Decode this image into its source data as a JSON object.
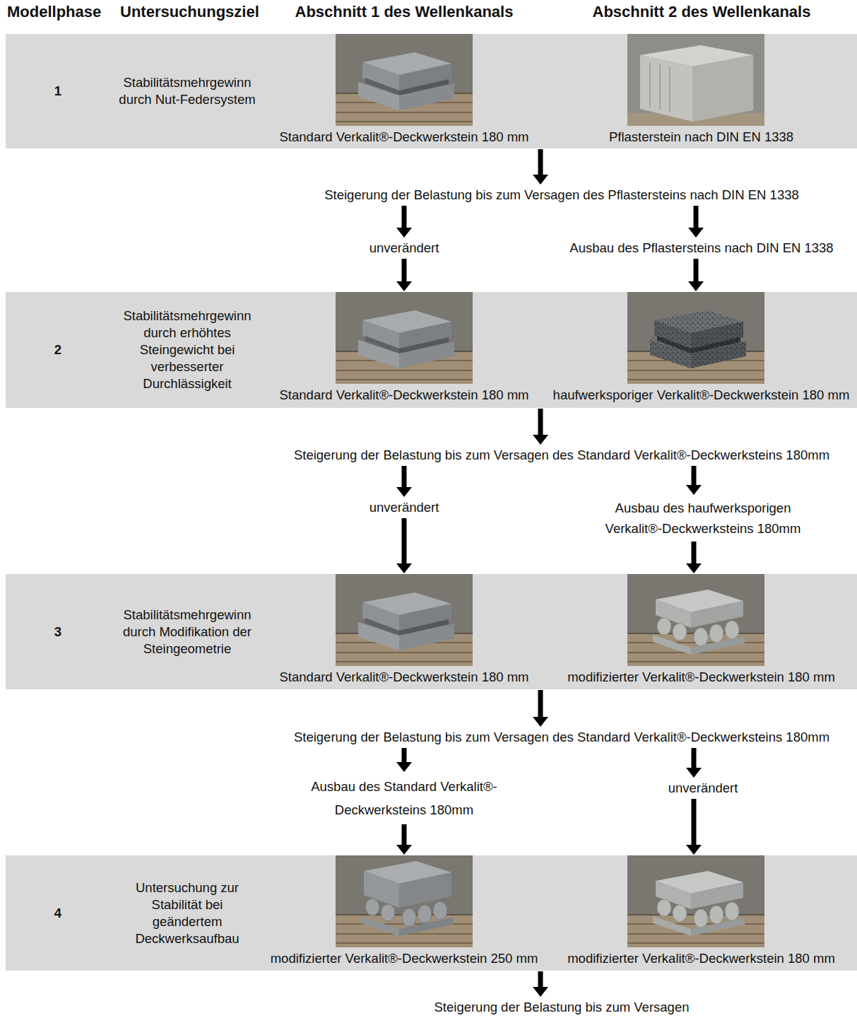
{
  "diagram": {
    "nodes": [
      {
        "text": [
          "1",
          "Stabilitätsmehrgewinn durch Nut-Federsystem"
        ]
      },
      {
        "text": [
          "Standard Verkalit®-Deckwerkstein 180 mm"
        ],
        "in": 0
      },
      {
        "text": [
          "Pflasterstein nach DIN EN 1338"
        ],
        "in": 0
      },
      {
        "text": [
          "Steigerung der Belastung bis zum Versagen des Pflastersteins nach DIN EN 1338"
        ]
      },
      {
        "text": [
          "unverändert"
        ]
      },
      {
        "text": [
          "Ausbau des Pflastersteins nach DIN EN 1338"
        ]
      },
      {
        "text": [
          "2",
          "Stabilitätsmehrgewinn durch erhöhtes Steingewicht bei verbesserter Durchlässigkeit"
        ]
      },
      {
        "text": [
          "Standard Verkalit®-Deckwerkstein 180 mm"
        ],
        "in": 6
      },
      {
        "text": [
          "haufwerksporiger Verkalit®-Deckwerkstein 180 mm"
        ],
        "in": 6
      },
      {
        "text": [
          "Steigerung der Belastung bis zum Versagen des Standard Verkalit®-Deckwerksteins 180mm"
        ]
      },
      {
        "text": [
          "unverändert"
        ]
      },
      {
        "text": [
          "Ausbau des haufwerksporigen Verkalit®-Deckwerksteins 180mm"
        ]
      },
      {
        "text": [
          "3",
          "Stabilitätsmehrgewinn durch Modifikation der Steingeometrie"
        ]
      },
      {
        "text": [
          "Standard Verkalit®-Deckwerkstein 180 mm"
        ],
        "in": 12
      },
      {
        "text": [
          "modifizierter Verkalit®-Deckwerkstein 180 mm"
        ],
        "in": 12
      },
      {
        "text": [
          "Steigerung der Belastung bis zum Versagen des Standard Verkalit®-Deckwerksteins 180mm"
        ]
      },
      {
        "text": [
          "Ausbau des Standard Verkalit®-Deckwerksteins 180mm"
        ]
      },
      {
        "text": [
          "unverändert"
        ]
      },
      {
        "text": [
          "4",
          "Untersuchung zur Stabilität bei geändertem Deckwerksaufbau"
        ]
      },
      {
        "text": [
          "modifizierter Verkalit®-Deckwerkstein 250 mm"
        ],
        "in": 18
      },
      {
        "text": [
          "modifizierter Verkalit®-Deckwerkstein 180 mm"
        ],
        "in": 18
      },
      {
        "text": [
          "Steigerung der Belastung bis zum Versagen"
        ]
      }
    ],
    "edges": [
      {
        "from": 0,
        "to": 3,
        "arrow": "to"
      },
      {
        "from": 3,
        "to": 4,
        "arrow": "to"
      },
      {
        "from": 3,
        "to": 5,
        "arrow": "to"
      },
      {
        "from": 4,
        "to": 7,
        "arrow": "to"
      },
      {
        "from": 5,
        "to": 8,
        "arrow": "to"
      },
      {
        "from": 6,
        "to": 9,
        "arrow": "to"
      },
      {
        "from": 9,
        "to": 10,
        "arrow": "to"
      },
      {
        "from": 9,
        "to": 11,
        "arrow": "to"
      },
      {
        "from": 10,
        "to": 13,
        "arrow": "to"
      },
      {
        "from": 11,
        "to": 14,
        "arrow": "to"
      },
      {
        "from": 12,
        "to": 15,
        "arrow": "to"
      },
      {
        "from": 15,
        "to": 16,
        "arrow": "to"
      },
      {
        "from": 15,
        "to": 17,
        "arrow": "to"
      },
      {
        "from": 16,
        "to": 19,
        "arrow": "to"
      },
      {
        "from": 17,
        "to": 20,
        "arrow": "to"
      },
      {
        "from": 18,
        "to": 21,
        "arrow": "to"
      }
    ],
    "labels": [
      "Modellphase",
      "Untersuchungsziel",
      "Abschnitt 1 des Wellenkanals",
      "Abschnitt 2 des Wellenkanals"
    ]
  }
}
